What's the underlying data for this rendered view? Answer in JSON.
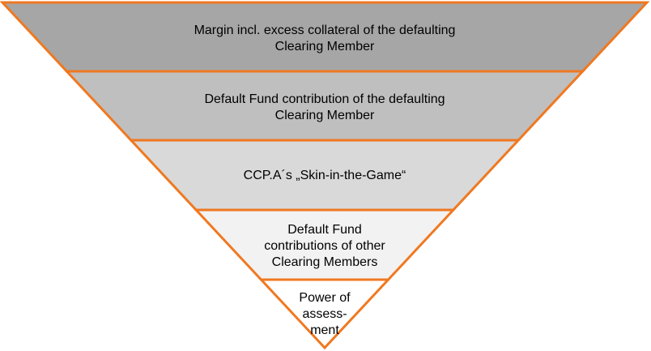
{
  "diagram": {
    "type": "inverted-pyramid",
    "stroke_color": "#f07820",
    "text_color": "#000000",
    "layers": [
      {
        "lines": [
          "Margin incl. excess collateral of the defaulting",
          "Clearing Member"
        ],
        "fill": "#a6a6a6"
      },
      {
        "lines": [
          "Default Fund contribution of the defaulting",
          "Clearing Member"
        ],
        "fill": "#bfbfbf"
      },
      {
        "lines": [
          "CCP.A´s „Skin-in-the-Game“"
        ],
        "fill": "#d9d9d9"
      },
      {
        "lines": [
          "Default Fund",
          "contributions of other",
          "Clearing Members"
        ],
        "fill": "#f2f2f2"
      },
      {
        "lines": [
          "Power of",
          "assess-",
          "ment"
        ],
        "fill": "#ffffff"
      }
    ]
  }
}
